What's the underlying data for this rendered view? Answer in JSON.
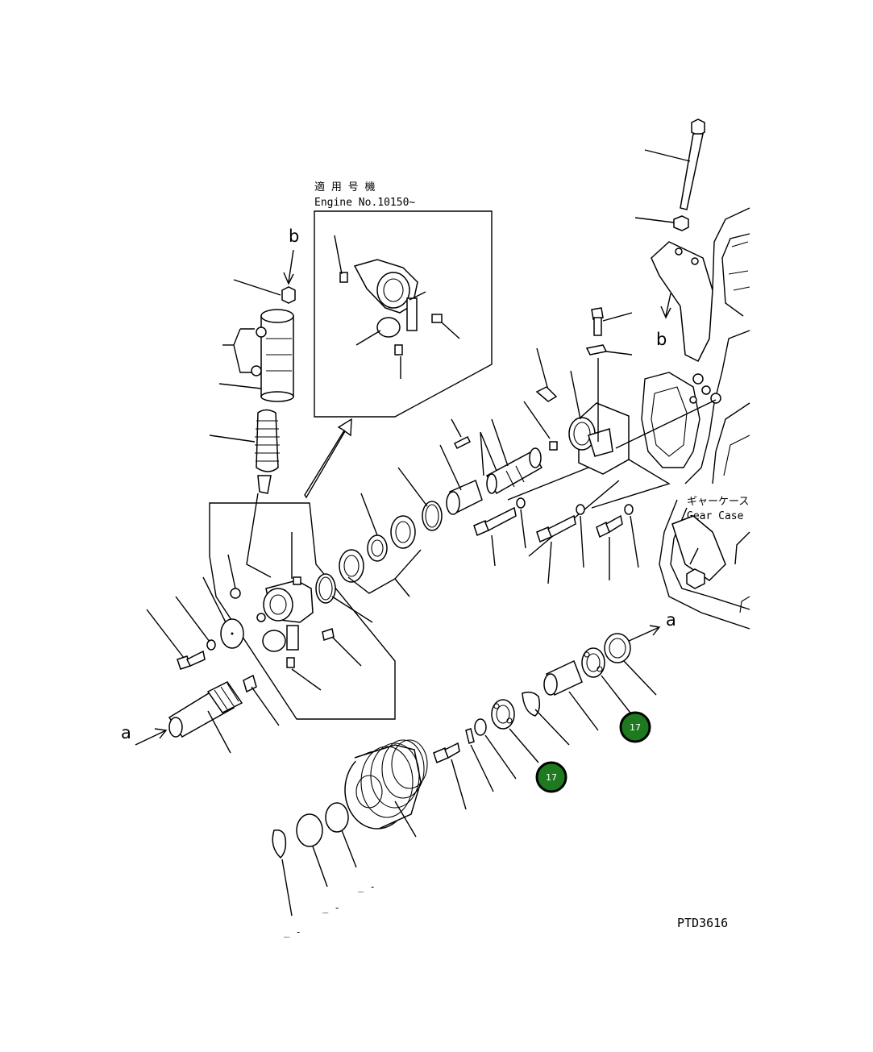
{
  "inset": {
    "applicable_label": "適 用 号 機",
    "engine_label": "Engine No.10150~"
  },
  "letters": {
    "a_left": "a",
    "a_right": "a",
    "b_top": "b",
    "b_right": "b"
  },
  "gear_case": {
    "jp": "ギャーケース",
    "en": "Gear Case"
  },
  "callouts": [
    {
      "label": "17"
    },
    {
      "label": "17"
    }
  ],
  "dash_marks": [
    "_ -",
    "_ -",
    "_ -"
  ],
  "drawing_code": "PTD3616",
  "colors": {
    "callout_fill": "#1e7a1e",
    "line": "#000000",
    "background": "#ffffff"
  }
}
